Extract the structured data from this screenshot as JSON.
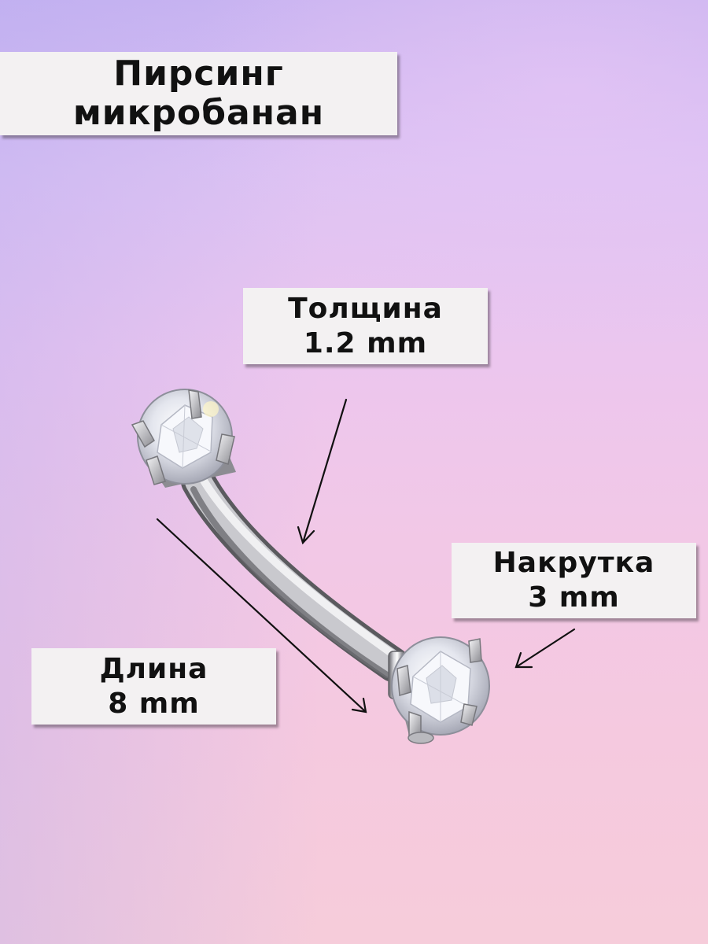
{
  "title": {
    "line1": "Пирсинг",
    "line2": "микробанан"
  },
  "specs": {
    "thickness": {
      "label": "Толщина",
      "value": "1.2 mm"
    },
    "thread": {
      "label": "Накрутка",
      "value": "3 mm"
    },
    "length": {
      "label": "Длина",
      "value": "8 mm"
    }
  },
  "colors": {
    "background_top": "#c9b4f1",
    "background_bottom": "#f6ccda",
    "label_bg": "#f3f1f2",
    "text": "#111111",
    "metal": "#a9a9ad"
  }
}
